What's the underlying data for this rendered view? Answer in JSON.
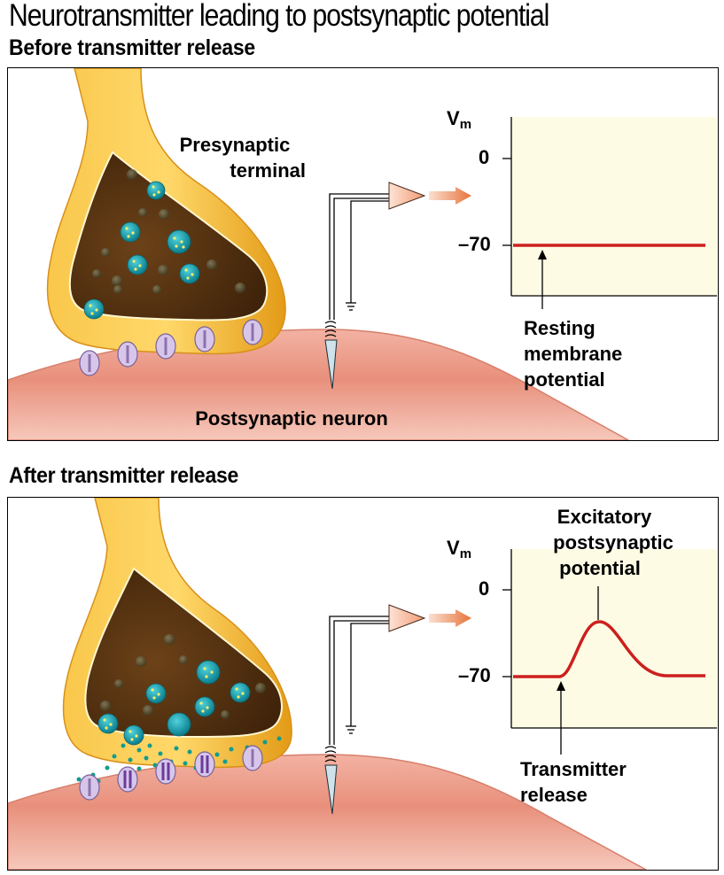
{
  "title": "Neurotransmitter leading to postsynaptic potential",
  "before": {
    "heading": "Before transmitter release",
    "presynaptic_label_line1": "Presynaptic",
    "presynaptic_label_line2": "terminal",
    "postsynaptic_label": "Postsynaptic neuron",
    "axis_symbol": "V",
    "axis_subscript": "m",
    "tick_zero": "0",
    "tick_rest": "–70",
    "annotation": [
      "Resting",
      "membrane",
      "potential"
    ]
  },
  "after": {
    "heading": "After transmitter release",
    "axis_symbol": "V",
    "axis_subscript": "m",
    "tick_zero": "0",
    "tick_rest": "–70",
    "epsp_annotation": [
      "Excitatory",
      "postsynaptic",
      "potential"
    ],
    "release_annotation": [
      "Transmitter",
      "release"
    ]
  },
  "colors": {
    "trace": "#cc1f1f",
    "graph_background": "#fdfbe3",
    "terminal_outer": "#f5b62a",
    "terminal_inner": "#5a3412",
    "neuron": "#e8907c",
    "vesicle": "#1aa1b1",
    "receptor": "#c6b2dc",
    "amplifier": "#f3a98a"
  }
}
